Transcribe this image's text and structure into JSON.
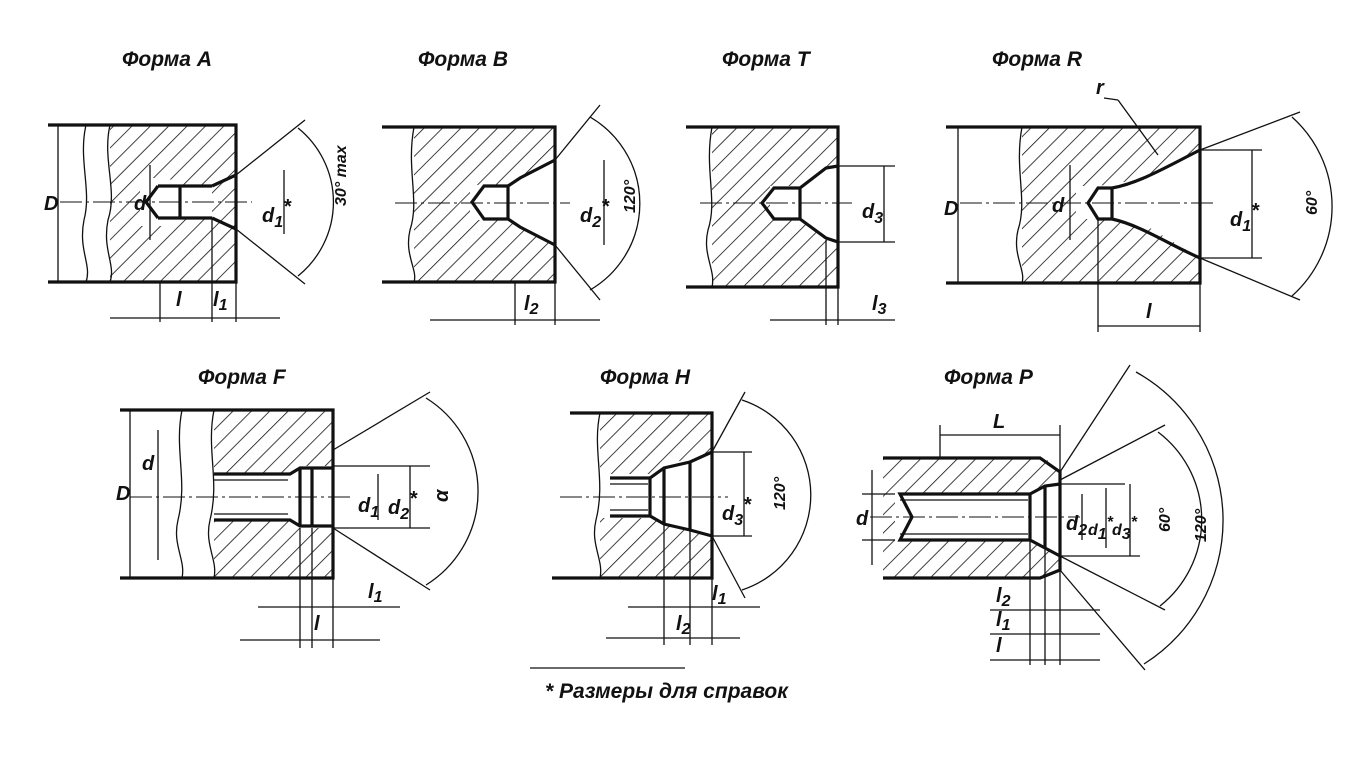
{
  "figures": {
    "A": {
      "title": "Форма A",
      "D": "D",
      "d": "d",
      "d1": "d",
      "d1_sub": "1",
      "star": "*",
      "angle": "30° max",
      "l": "l",
      "l1": "l",
      "l1_sub": "1"
    },
    "B": {
      "title": "Форма B",
      "d2": "d",
      "d2_sub": "2",
      "star": "*",
      "angle": "120°",
      "l2": "l",
      "l2_sub": "2"
    },
    "T": {
      "title": "Форма T",
      "d3": "d",
      "d3_sub": "3",
      "l3": "l",
      "l3_sub": "3"
    },
    "R": {
      "title": "Форма R",
      "r": "r",
      "D": "D",
      "d": "d",
      "d1": "d",
      "d1_sub": "1",
      "star": "*",
      "angle": "60°",
      "l": "l"
    },
    "F": {
      "title": "Форма F",
      "D": "D",
      "d": "d",
      "d1": "d",
      "d1_sub": "1",
      "d2": "d",
      "d2_sub": "2",
      "star": "*",
      "alpha": "α",
      "l1": "l",
      "l1_sub": "1",
      "l": "l"
    },
    "H": {
      "title": "Форма H",
      "d3": "d",
      "d3_sub": "3",
      "star": "*",
      "angle": "120°",
      "l1": "l",
      "l1_sub": "1",
      "l2": "l",
      "l2_sub": "2"
    },
    "P": {
      "title": "Форма P",
      "L": "L",
      "d": "d",
      "d2": "d",
      "d2_sub": "2",
      "d2_star": "*",
      "d1": "d",
      "d1_sub": "1",
      "d1_star": "*",
      "d3": "d",
      "d3_sub": "3",
      "angle60": "60°",
      "angle120": "120°",
      "l2": "l",
      "l2_sub": "2",
      "l1": "l",
      "l1_sub": "1",
      "l": "l"
    }
  },
  "footnote": "* Размеры для справок"
}
